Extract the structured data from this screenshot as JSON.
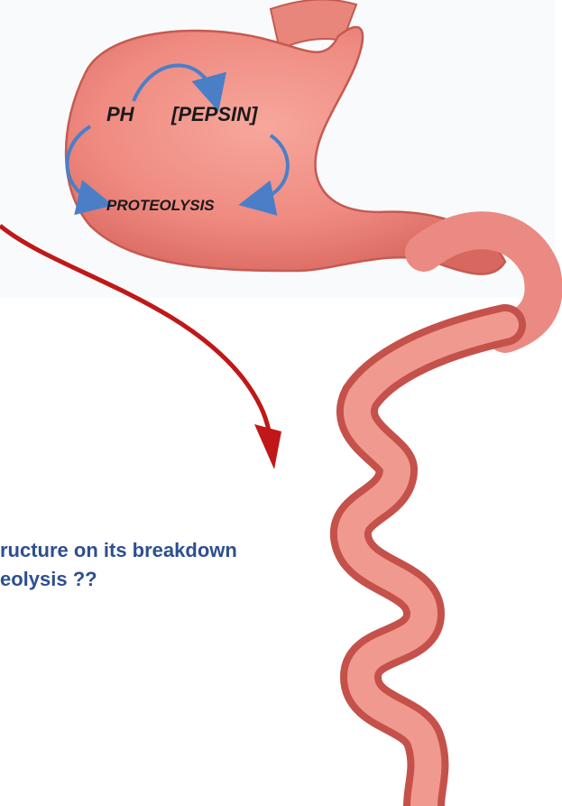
{
  "diagram": {
    "labels": {
      "ph": "PH",
      "pepsin": "[PEPSIN]",
      "proteolysis": "PROTEOLYSIS"
    },
    "question_lines": [
      "ructure on its breakdown",
      "eolysis ??"
    ],
    "colors": {
      "stomach_fill": "#f08a80",
      "intestine_fill": "#ec8e86",
      "cycle_arrow": "#4a7fc8",
      "pointer_arrow": "#c01818",
      "question_text": "#2e4f8f"
    }
  }
}
